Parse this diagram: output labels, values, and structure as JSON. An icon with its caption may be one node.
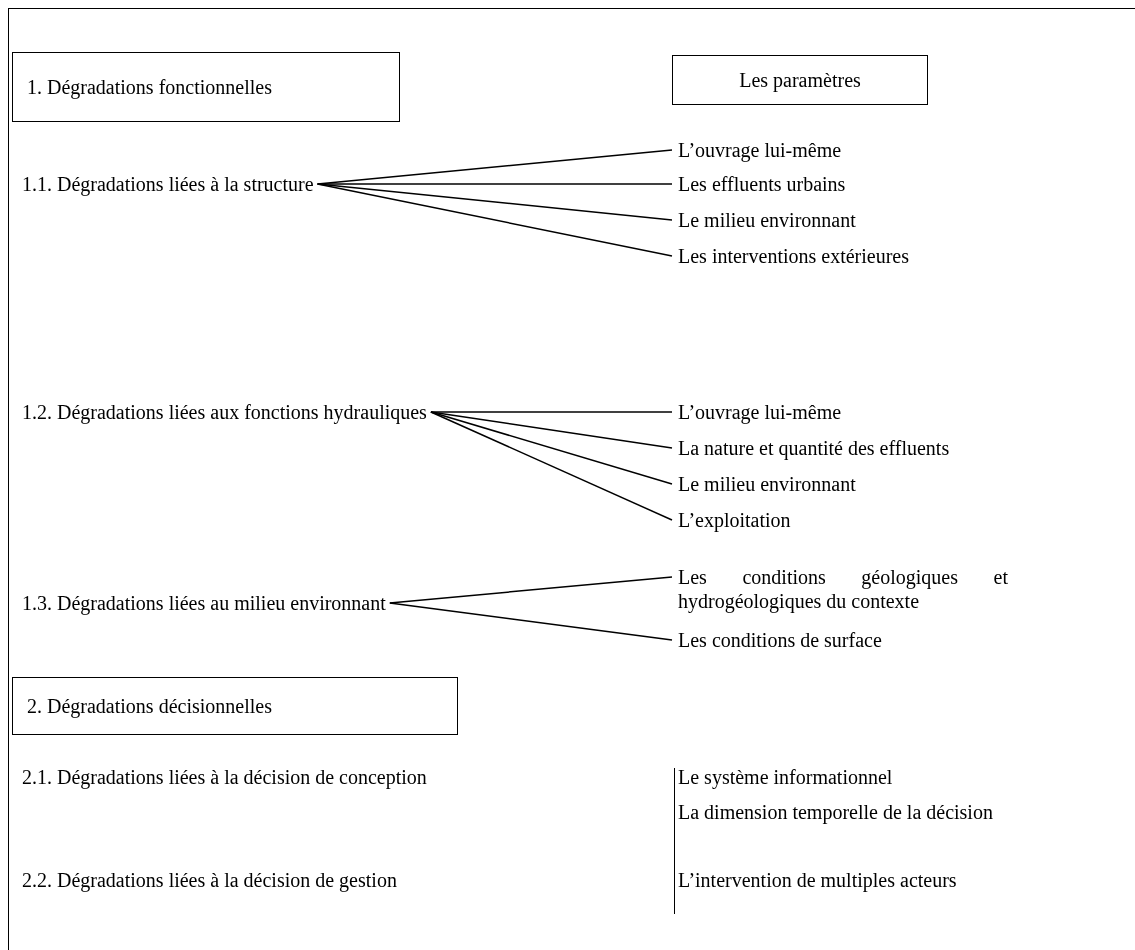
{
  "diagram": {
    "nodes": [
      {
        "text": [
          "1. Dégradations fonctionnelles"
        ]
      },
      {
        "text": [
          "Les paramètres"
        ]
      },
      {
        "text": [
          "1.1. Dégradations liées à la structure"
        ]
      },
      {
        "text": [
          "L’ouvrage lui-même"
        ]
      },
      {
        "text": [
          "Les effluents urbains"
        ]
      },
      {
        "text": [
          "Le milieu environnant"
        ]
      },
      {
        "text": [
          "Les interventions extérieures"
        ]
      },
      {
        "text": [
          "1.2. Dégradations liées aux fonctions hydrauliques"
        ]
      },
      {
        "text": [
          "L’ouvrage lui-même"
        ]
      },
      {
        "text": [
          "La nature et quantité des effluents"
        ]
      },
      {
        "text": [
          "Le milieu environnant"
        ]
      },
      {
        "text": [
          "L’exploitation"
        ]
      },
      {
        "text": [
          "1.3. Dégradations liées au milieu environnant"
        ]
      },
      {
        "text": [
          "Les conditions géologiques et hydrogéologiques du contexte"
        ]
      },
      {
        "text": [
          "Les conditions de surface"
        ]
      },
      {
        "text": [
          "2. Dégradations décisionnelles"
        ]
      }
    ],
    "edges": [
      {
        "from": 2,
        "to": 3,
        "arrow": "none"
      },
      {
        "from": 2,
        "to": 4,
        "arrow": "none"
      },
      {
        "from": 2,
        "to": 5,
        "arrow": "none"
      },
      {
        "from": 2,
        "to": 6,
        "arrow": "none"
      },
      {
        "from": 7,
        "to": 8,
        "arrow": "none"
      },
      {
        "from": 7,
        "to": 9,
        "arrow": "none"
      },
      {
        "from": 7,
        "to": 10,
        "arrow": "none"
      },
      {
        "from": 7,
        "to": 11,
        "arrow": "none"
      },
      {
        "from": 12,
        "to": 13,
        "arrow": "none"
      },
      {
        "from": 12,
        "to": 14,
        "arrow": "none"
      }
    ],
    "labels": [
      "2.1. Dégradations liées à la décision de conception",
      "Le système informationnel",
      "La dimension temporelle de la décision",
      "2.2. Dégradations liées à la décision de gestion",
      "L’intervention de multiples acteurs"
    ]
  }
}
